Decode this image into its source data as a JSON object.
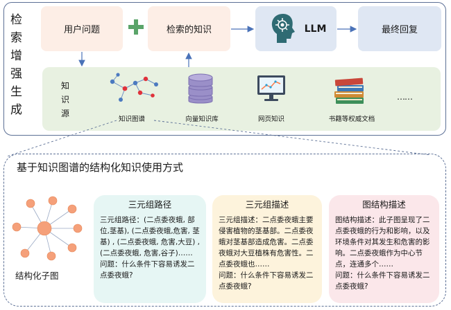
{
  "rag_title": "检\n索\n增\n强\n生\n成",
  "query_box": "用户问题",
  "retrieved_box": "检索的知识",
  "llm_box": "LLM",
  "answer_box": "最终回复",
  "source_title": "知\n识\n源",
  "sources": {
    "kg": "知识图谱",
    "vector_db": "向量知识库",
    "web": "网页知识",
    "books": "书籍等权威文档",
    "more": "……"
  },
  "section_title": "基于知识图谱的结构化知识使用方式",
  "subgraph_caption": "结构化子图",
  "cards": {
    "triple_path": {
      "title": "三元组路径",
      "body": "三元组路径：(二点委夜蛾, 部位,茎基), (二点委夜蛾,危害, 茎基) , (二点委夜蛾, 危害,大豆) , (二点委夜蛾, 危害,谷子)……",
      "question": "问题：什么条件下容易诱发二点委夜蛾?"
    },
    "triple_desc": {
      "title": "三元组描述",
      "body": "三元组描述：二点委夜蛾主要侵害植物的茎基部。二点委夜蛾对茎基部造成危害。二点委夜蛾对大豆植株有危害性。二点委夜蛾也……",
      "question": "问题：什么条件下容易诱发二点委夜蛾?"
    },
    "graph_desc": {
      "title": "图结构描述",
      "body": "图结构描述：此子图呈现了二点委夜蛾的行为和影响，以及环境条件对其发生和危害的影响。二点委夜蛾作为中心节点，连通多个……",
      "question": "问题：什么条件下容易诱发二点委夜蛾?"
    }
  },
  "colors": {
    "frame": "#5b6f95",
    "arrow": "#4a72b8",
    "plus": "#5aa469",
    "peach": "#fdeee6",
    "blue_box": "#dfe7f3",
    "green_panel": "#e8f1e1",
    "node": "#f5a07a"
  }
}
